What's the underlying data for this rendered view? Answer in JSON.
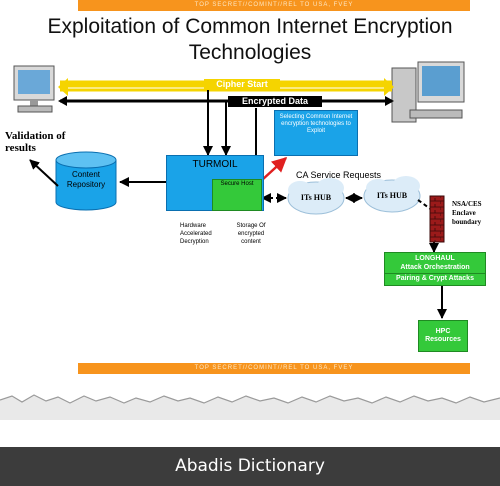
{
  "slide": {
    "title": "Exploitation of Common Internet Encryption Technologies",
    "classification_top": "TOP SECRET//COMINT//REL TO USA, FVEY",
    "classification_bottom": "TOP SECRET//COMINT//REL TO USA, FVEY"
  },
  "diagram": {
    "cipher_start": "Cipher Start",
    "encrypted_data": "Encrypted Data",
    "validation": "Validation of results",
    "content_repository": "Content Repository",
    "turmoil": "TURMOIL",
    "secure_host": "Secure Host",
    "selecting_note": "Selecting Common Internet encryption technologies to Exploit",
    "ca_requests": "CA Service Requests",
    "its_hub_1": "ITs HUB",
    "its_hub_2": "ITs HUB",
    "hw_decrypt": "Hardware Accelerated Decryption",
    "storage": "Storage Of encrypted content",
    "nsa_boundary": "NSA/CES Enclave boundary",
    "longhaul": "LONGHAUL",
    "attack_orch": "Attack Orchestration",
    "pairing": "Pairing & Crypt Attacks",
    "hpc": "HPC Resources"
  },
  "footer": {
    "text": "Abadis Dictionary"
  },
  "colors": {
    "orange": "#f7941d",
    "blue": "#1aa3e8",
    "green": "#34c93a",
    "yellow": "#f5d400",
    "footer_bg": "#3c3c3c"
  },
  "icons": [
    "desktop-computer-icon",
    "database-cylinder-icon",
    "cloud-icon",
    "brick-wall-icon"
  ]
}
